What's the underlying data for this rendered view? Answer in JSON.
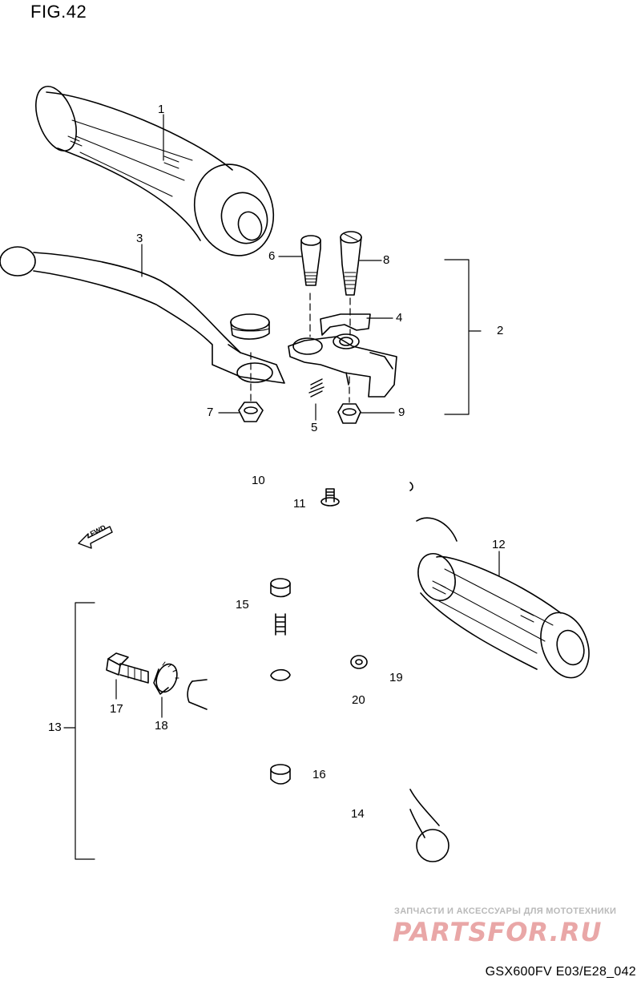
{
  "figure": {
    "title": "FIG.42",
    "footer": "GSX600FV E03/E28_042",
    "watermark_text": "ЗАПЧАСТИ И АКСЕССУАРЫ ДЛЯ МОТОТЕХНИКИ",
    "watermark_logo": "PARTSFOR.RU",
    "fwd_label": "FWD"
  },
  "part_labels": [
    "1",
    "2",
    "3",
    "4",
    "5",
    "6",
    "7",
    "8",
    "9",
    "10",
    "11",
    "12",
    "13",
    "14",
    "15",
    "16",
    "17",
    "18",
    "19",
    "20"
  ]
}
